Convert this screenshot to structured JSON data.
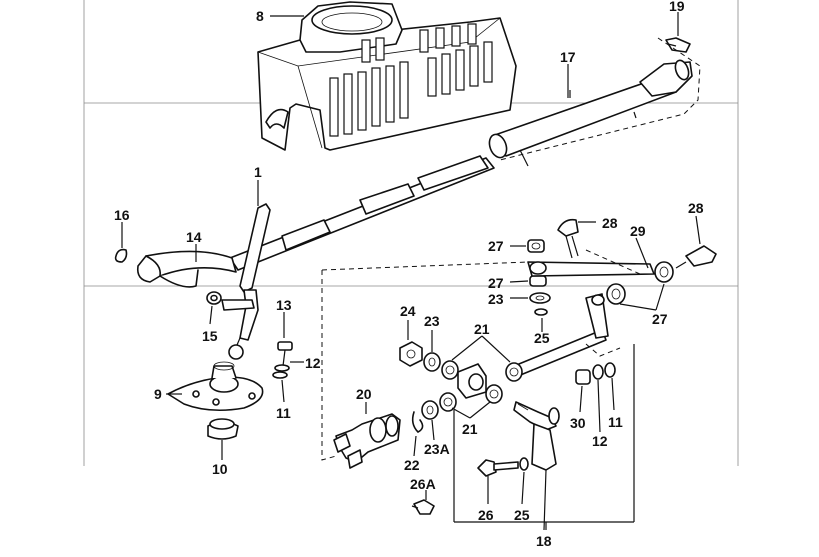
{
  "diagram": {
    "callouts": [
      {
        "id": "c8",
        "text": "8"
      },
      {
        "id": "c19",
        "text": "19"
      },
      {
        "id": "c17",
        "text": "17"
      },
      {
        "id": "c1",
        "text": "1"
      },
      {
        "id": "c16",
        "text": "16"
      },
      {
        "id": "c14",
        "text": "14"
      },
      {
        "id": "c28a",
        "text": "28"
      },
      {
        "id": "c28b",
        "text": "28"
      },
      {
        "id": "c27a",
        "text": "27"
      },
      {
        "id": "c29",
        "text": "29"
      },
      {
        "id": "c27b",
        "text": "27"
      },
      {
        "id": "c23a",
        "text": "23"
      },
      {
        "id": "c27c",
        "text": "27"
      },
      {
        "id": "c15",
        "text": "15"
      },
      {
        "id": "c13",
        "text": "13"
      },
      {
        "id": "c25a",
        "text": "25"
      },
      {
        "id": "c24",
        "text": "24"
      },
      {
        "id": "c23b",
        "text": "23"
      },
      {
        "id": "c21a",
        "text": "21"
      },
      {
        "id": "c12a",
        "text": "12"
      },
      {
        "id": "c9",
        "text": "9"
      },
      {
        "id": "c11a",
        "text": "11"
      },
      {
        "id": "c20",
        "text": "20"
      },
      {
        "id": "c30",
        "text": "30"
      },
      {
        "id": "c12b",
        "text": "12"
      },
      {
        "id": "c11b",
        "text": "11"
      },
      {
        "id": "c21b",
        "text": "21"
      },
      {
        "id": "c10",
        "text": "10"
      },
      {
        "id": "c22",
        "text": "22"
      },
      {
        "id": "c23A",
        "text": "23A"
      },
      {
        "id": "c26A",
        "text": "26A"
      },
      {
        "id": "c26",
        "text": "26"
      },
      {
        "id": "c25b",
        "text": "25"
      },
      {
        "id": "c18",
        "text": "18"
      }
    ]
  }
}
